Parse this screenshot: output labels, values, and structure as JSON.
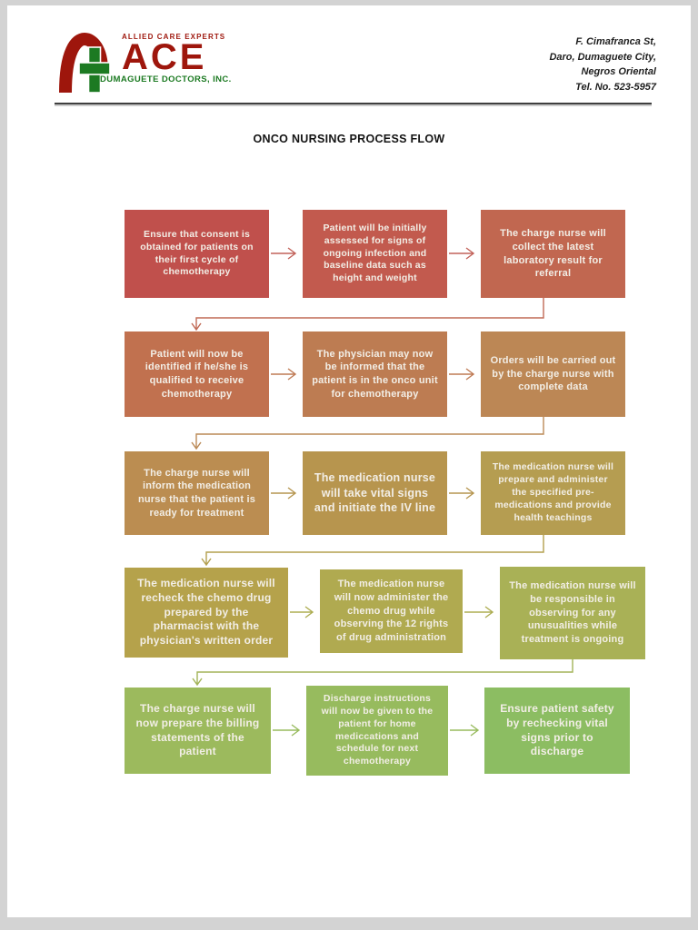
{
  "page": {
    "title": "ONCO NURSING PROCESS FLOW",
    "header": {
      "logo": {
        "tagline": "ALLIED CARE EXPERTS",
        "acronym": "ACE",
        "org": "DUMAGUETE DOCTORS, INC.",
        "brand_red": "#9e160c",
        "brand_green": "#1c7a22"
      },
      "address": {
        "lines": [
          "F. Cimafranca St,",
          "Daro, Dumaguete City,",
          "Negros Oriental",
          "Tel. No. 523-5957"
        ]
      }
    }
  },
  "flow": {
    "text_color": "#f2eee6",
    "rows": [
      {
        "boxes": [
          {
            "text": "Ensure that consent is obtained for patients on their first cycle of chemotherapy",
            "color": "#c0504c"
          },
          {
            "text": "Patient will be initially assessed for signs of ongoing infection and baseline data such as height and weight",
            "color": "#c25a4e"
          },
          {
            "text": "The  charge nurse will collect the latest laboratory result for referral",
            "color": "#c16750"
          }
        ],
        "arrow_color": "#c2625a",
        "connector_color": "#c06a55"
      },
      {
        "boxes": [
          {
            "text": "Patient will now be identified if he/she is qualified to receive chemotherapy",
            "color": "#c1714f"
          },
          {
            "text": "The physician may now be informed that the patient is in the onco unit for chemotherapy",
            "color": "#bd7c52"
          },
          {
            "text": "Orders will be carried out by the charge nurse with complete data",
            "color": "#bc8755"
          }
        ],
        "arrow_color": "#bf7b55",
        "connector_color": "#bb8a57"
      },
      {
        "boxes": [
          {
            "text": "The charge nurse will inform the medication nurse that the patient is ready for treatment",
            "color": "#bb8d51"
          },
          {
            "text": "The medication nurse will take vital signs and initiate the IV line",
            "color": "#b7954e"
          },
          {
            "text": "The medication nurse will prepare and administer the specified pre-medications and provide health teachings",
            "color": "#b59d51"
          }
        ],
        "arrow_color": "#b69650",
        "connector_color": "#b3a04e"
      },
      {
        "boxes": [
          {
            "text": "The medication nurse will recheck the chemo drug prepared by the pharmacist with the physician's written order",
            "color": "#b5a24b"
          },
          {
            "text": "The medication nurse will now administer the chemo drug while observing the 12 rights of drug administration",
            "color": "#b0aa50"
          },
          {
            "text": "The medication nurse will be responsible in observing  for any unusualities while treatment is ongoing",
            "color": "#a9b156"
          }
        ],
        "arrow_color": "#adad52",
        "connector_color": "#a3b458"
      },
      {
        "boxes": [
          {
            "text": "The charge nurse will now prepare the billing statements of the patient",
            "color": "#9cba5d"
          },
          {
            "text": "Discharge instructions will now be given to the patient for home mediccations and schedule for next chemotherapy",
            "color": "#97bb5e"
          },
          {
            "text": "Ensure patient safety by rechecking vital signs prior to discharge",
            "color": "#8cbd62"
          }
        ],
        "arrow_color": "#98bb5e",
        "connector_color": "#98bb5e"
      }
    ]
  }
}
